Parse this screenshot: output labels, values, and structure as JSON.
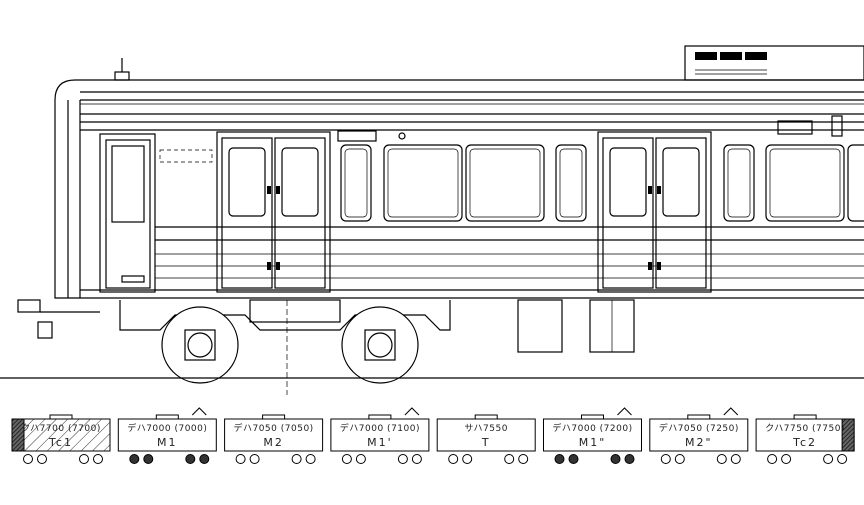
{
  "formation": {
    "cars": [
      {
        "name": "クハ7700 (7700)",
        "code": "Tc1",
        "pantograph": false,
        "motor": false,
        "cab": "left",
        "hatched": true
      },
      {
        "name": "デハ7000 (7000)",
        "code": "M1",
        "pantograph": true,
        "motor": true
      },
      {
        "name": "デハ7050 (7050)",
        "code": "M2",
        "pantograph": false,
        "motor": false
      },
      {
        "name": "デハ7000 (7100)",
        "code": "M1'",
        "pantograph": true,
        "motor": false
      },
      {
        "name": "サハ7550",
        "code": "T",
        "pantograph": false,
        "motor": false
      },
      {
        "name": "デハ7000 (7200)",
        "code": "M1\"",
        "pantograph": true,
        "motor": true
      },
      {
        "name": "デハ7050 (7250)",
        "code": "M2\"",
        "pantograph": true,
        "motor": false
      },
      {
        "name": "クハ7750 (7750)",
        "code": "Tc2",
        "pantograph": false,
        "motor": false,
        "cab": "right"
      }
    ]
  },
  "colors": {
    "line": "#000000",
    "cab_fill": "#333333",
    "motor_wheel": "#333333"
  }
}
